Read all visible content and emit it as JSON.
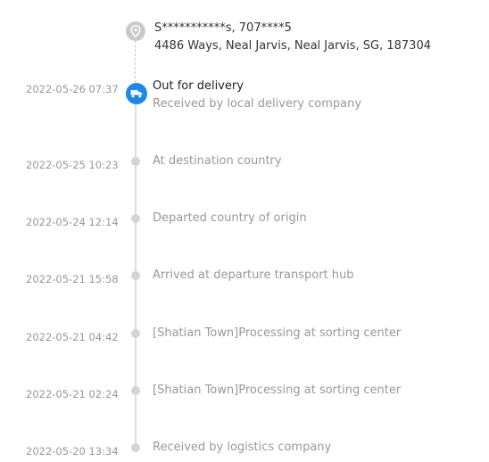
{
  "address": {
    "icon": "location-pin-icon",
    "recipient_line": "S***********s,  707****5",
    "address_line": "4486 Ways,  Neal Jarvis,  Neal Jarvis,  SG,  187304"
  },
  "current_event": {
    "icon": "truck-icon",
    "accent_color": "#1e88e5",
    "timestamp": "2022-05-26 07:37",
    "title": "Out for delivery",
    "subtitle": "Received by local delivery company"
  },
  "events": [
    {
      "timestamp": "2022-05-25 10:23",
      "title": "At destination country"
    },
    {
      "timestamp": "2022-05-24 12:14",
      "title": "Departed country of origin"
    },
    {
      "timestamp": "2022-05-21 15:58",
      "title": "Arrived at departure transport hub"
    },
    {
      "timestamp": "2022-05-21 04:42",
      "title": "[Shatian Town]Processing at sorting center"
    },
    {
      "timestamp": "2022-05-21 02:24",
      "title": "[Shatian Town]Processing at sorting center"
    },
    {
      "timestamp": "2022-05-20 13:34",
      "title": "Received by logistics company"
    }
  ]
}
